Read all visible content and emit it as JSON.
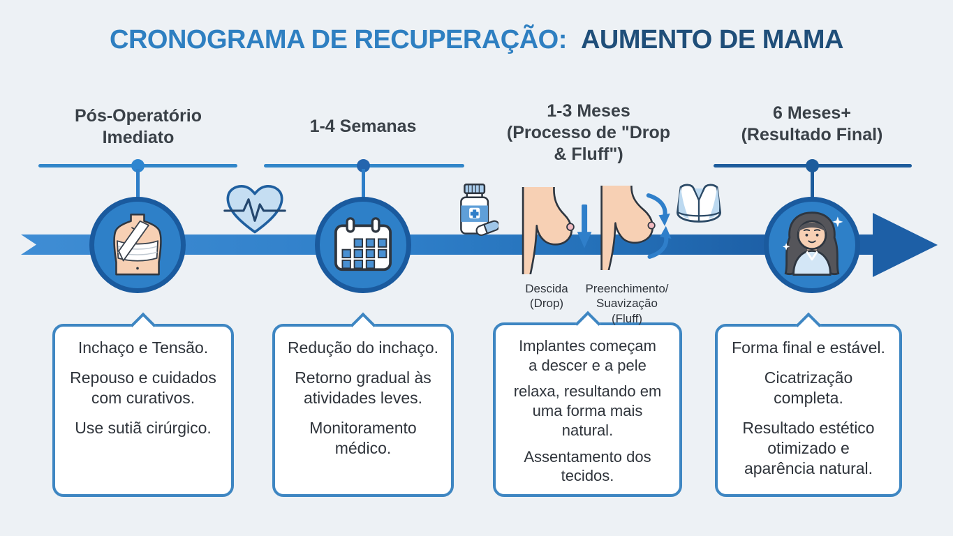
{
  "title": {
    "part1": "CRONOGRAMA DE RECUPERAÇÃO:",
    "part2": "AUMENTO DE MAMA"
  },
  "colors": {
    "background": "#edf1f5",
    "title_blue": "#2e7fc1",
    "title_navy": "#1f4e79",
    "timeline_blue": "#2e7ec8",
    "timeline_dark_blue": "#1d5fa6",
    "badge_ring": "#1a5a9e",
    "badge_fill": "#2e80c8",
    "card_border": "#3e86c2",
    "header_text": "#3a4148",
    "card_text": "#2f343b",
    "icon_light_blue": "#c5def2",
    "skin_tone": "#f7d0b4"
  },
  "icons": {
    "stage1_badge": "bandaged-chest",
    "between_1_2": "heart-pulse",
    "stage2_badge": "calendar",
    "between_2_3": "medicine-bottle",
    "stage3_left": "breast-drop",
    "stage3_right": "breast-fluff",
    "between_3_4": "surgical-bra",
    "stage4_badge": "woman-final-result",
    "timeline_end": "arrow-right"
  },
  "stages": [
    {
      "header": "Pós-Operatório\nImediato",
      "notes": [
        "Inchaço e Tensão.",
        "Repouso e cuidados\ncom curativos.",
        "Use sutiã cirúrgico."
      ]
    },
    {
      "header": "1-4 Semanas",
      "notes": [
        "Redução do inchaço.",
        "Retorno gradual às\natividades leves.",
        "Monitoramento\nmédico."
      ]
    },
    {
      "header": "1-3 Meses\n(Processo de \"Drop\n& Fluff\")",
      "labels": {
        "drop": "Descida\n(Drop)",
        "fluff": "Preenchimento/\nSuavização\n(Fluff)"
      },
      "notes": [
        "Implantes começam\na descer e a pele",
        "relaxa, resultando em\numa forma mais\nnatural.",
        "Assentamento dos\ntecidos."
      ]
    },
    {
      "header": "6 Meses+\n(Resultado Final)",
      "notes": [
        "Forma final e estável.",
        "Cicatrização\ncompleta.",
        "Resultado estético\notimizado e\naparência natural."
      ]
    }
  ]
}
